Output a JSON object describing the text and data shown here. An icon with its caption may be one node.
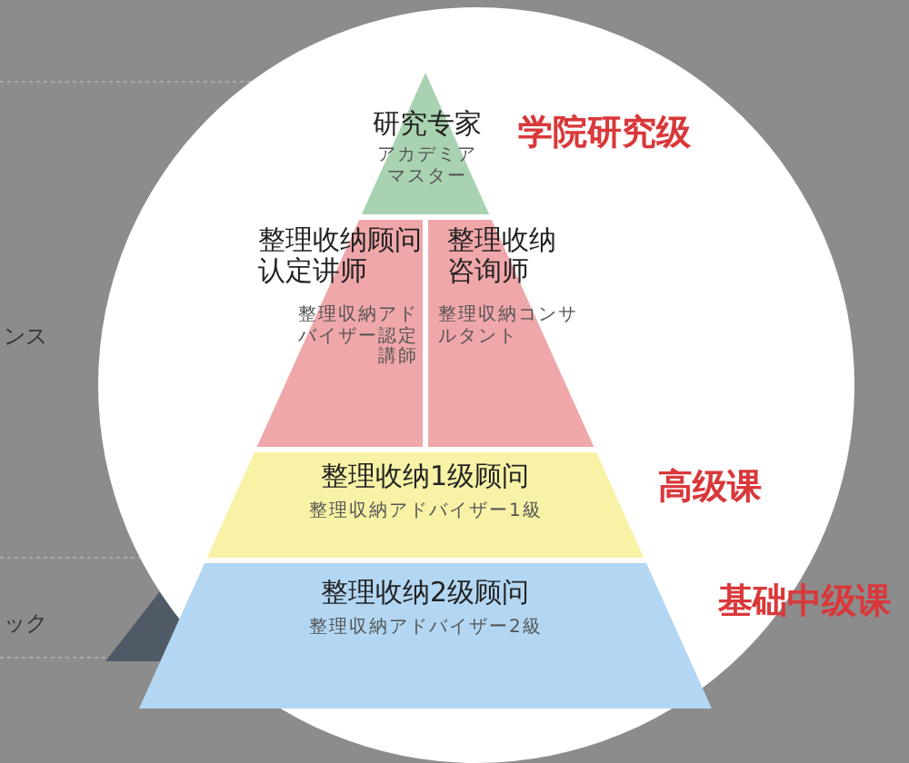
{
  "diagram": {
    "nodes": [
      {
        "text": [
          "研究专家",
          "アカデミアマスター"
        ],
        "beside": [
          "学院研究级"
        ]
      },
      {
        "text": [
          "整理收纳顾问认定讲师",
          "整理収納アドバイザー認定講師"
        ]
      },
      {
        "text": [
          "整理收纳咨询师",
          "整理収納コンサルタント"
        ]
      },
      {
        "text": [
          "整理收纳1级顾问",
          "整理収納アドバイザー1級"
        ],
        "beside": [
          "高级课"
        ]
      },
      {
        "text": [
          "整理收纳2级顾问",
          "整理収納アドバイザー2級"
        ],
        "beside": [
          "基础中级课"
        ]
      }
    ],
    "edges": [],
    "labels": [
      "ンス",
      "ック"
    ]
  }
}
